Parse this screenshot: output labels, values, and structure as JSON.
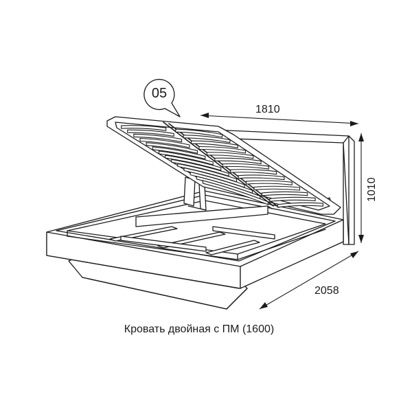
{
  "part_number": "05",
  "dimensions": {
    "width": "1810",
    "height": "1010",
    "length": "2058"
  },
  "caption": "Кровать двойная с ПМ (1600)"
}
